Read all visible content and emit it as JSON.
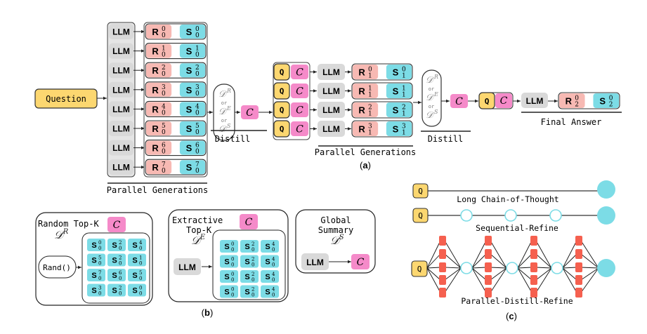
{
  "colors": {
    "question": "#FCD770",
    "llm": "#D9D9D9",
    "reasoning": "#F7B9B3",
    "summary": "#7CDCE6",
    "context": "#F58AC9",
    "pdr_node": "#F5604F",
    "chain_node": "#7CDCE6"
  },
  "panel_a": {
    "caption": "(a)",
    "question_label": "Question",
    "llm_label": "LLM",
    "q_label": "Q",
    "c_label": "C",
    "stage1": {
      "label": "Parallel Generations",
      "rows": [
        {
          "r": "R",
          "r_sup": "0",
          "r_sub": "0",
          "s": "S",
          "s_sup": "0",
          "s_sub": "0"
        },
        {
          "r": "R",
          "r_sup": "1",
          "r_sub": "0",
          "s": "S",
          "s_sup": "1",
          "s_sub": "0"
        },
        {
          "r": "R",
          "r_sup": "2",
          "r_sub": "0",
          "s": "S",
          "s_sup": "2",
          "s_sub": "0"
        },
        {
          "r": "R",
          "r_sup": "3",
          "r_sub": "0",
          "s": "S",
          "s_sup": "3",
          "s_sub": "0"
        },
        {
          "r": "R",
          "r_sup": "4",
          "r_sub": "0",
          "s": "S",
          "s_sup": "4",
          "s_sub": "0"
        },
        {
          "r": "R",
          "r_sup": "5",
          "r_sub": "0",
          "s": "S",
          "s_sup": "5",
          "s_sub": "0"
        },
        {
          "r": "R",
          "r_sup": "6",
          "r_sub": "0",
          "s": "S",
          "s_sup": "6",
          "s_sub": "0"
        },
        {
          "r": "R",
          "r_sup": "7",
          "r_sub": "0",
          "s": "S",
          "s_sup": "7",
          "s_sub": "0"
        }
      ]
    },
    "distill1": {
      "label": "Distill",
      "options": [
        {
          "symbol": "𝒟",
          "sup": "R"
        },
        {
          "symbol": "𝒟",
          "sup": "E"
        },
        {
          "symbol": "𝒟",
          "sup": "S"
        }
      ],
      "or_label": "or"
    },
    "stage2": {
      "label": "Parallel Generations",
      "rows": [
        {
          "r": "R",
          "r_sup": "0",
          "r_sub": "1",
          "s": "S",
          "s_sup": "0",
          "s_sub": "1"
        },
        {
          "r": "R",
          "r_sup": "1",
          "r_sub": "1",
          "s": "S",
          "s_sup": "1",
          "s_sub": "1"
        },
        {
          "r": "R",
          "r_sup": "2",
          "r_sub": "1",
          "s": "S",
          "s_sup": "2",
          "s_sub": "1"
        },
        {
          "r": "R",
          "r_sup": "3",
          "r_sub": "1",
          "s": "S",
          "s_sup": "3",
          "s_sub": "1"
        }
      ]
    },
    "distill2": {
      "label": "Distill"
    },
    "final": {
      "label": "Final Answer",
      "row": {
        "r": "R",
        "r_sup": "0",
        "r_sub": "2",
        "s": "S",
        "s_sup": "0",
        "s_sub": "2"
      }
    }
  },
  "panel_b": {
    "caption": "(b)",
    "random": {
      "title": "Random Top-K",
      "symbol": "𝒟",
      "sup": "R",
      "rand_label": "Rand()",
      "grid": [
        [
          "0",
          "2",
          "4"
        ],
        [
          "5",
          "2",
          "1"
        ],
        [
          "7",
          "6",
          "5"
        ],
        [
          "3",
          "2",
          "0"
        ]
      ]
    },
    "extractive": {
      "title_line1": "Extractive",
      "title_line2": "Top-K",
      "symbol": "𝒟",
      "sup": "E",
      "llm_label": "LLM",
      "grid": [
        [
          "0",
          "2",
          "4"
        ],
        [
          "0",
          "2",
          "4"
        ],
        [
          "0",
          "2",
          "4"
        ],
        [
          "0",
          "2",
          "4"
        ]
      ]
    },
    "global": {
      "title_line1": "Global",
      "title_line2": "Summary",
      "symbol": "𝒟",
      "sup": "S",
      "llm_label": "LLM"
    },
    "cell_base": "S",
    "cell_sub": "0",
    "c_label": "C"
  },
  "panel_c": {
    "caption": "(c)",
    "q_label": "Q",
    "rows": [
      {
        "label": "Long Chain-of-Thought",
        "intermediate_nodes": 0
      },
      {
        "label": "Sequential-Refine",
        "intermediate_nodes": 3
      },
      {
        "label": "Parallel-Distill-Refine",
        "rounds": 4,
        "parallel_per_round": 5
      }
    ]
  }
}
